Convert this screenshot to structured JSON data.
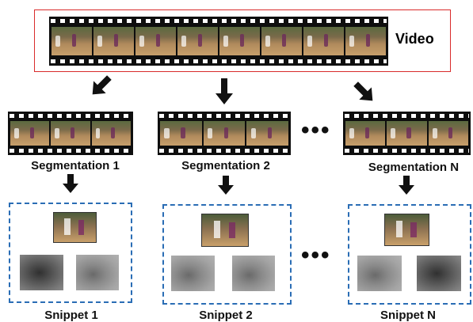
{
  "video_label": "Video",
  "segments": [
    {
      "label": "Segmentation 1"
    },
    {
      "label": "Segmentation 2"
    },
    {
      "label": "Segmentation N"
    }
  ],
  "snippets": [
    {
      "label": "Snippet 1"
    },
    {
      "label": "Snippet 2"
    },
    {
      "label": "Snippet N"
    }
  ],
  "ellipsis": "•••",
  "colors": {
    "video_border": "#d92b2b",
    "snippet_border": "#2a6db5",
    "film": "#0e0e0e"
  }
}
